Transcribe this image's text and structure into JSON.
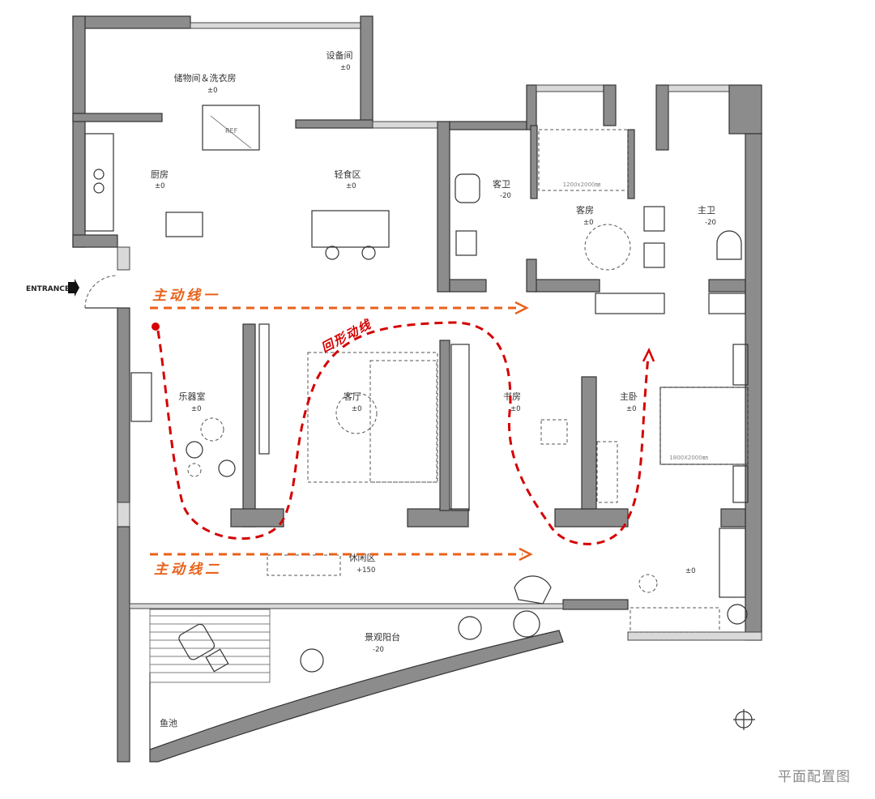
{
  "title": "平面配置图",
  "entrance_label": "ENTRANCE",
  "routes": {
    "main_1": "主动线一",
    "main_2": "主动线二",
    "loop": "回形动线"
  },
  "rooms": [
    {
      "name": "储物间＆洗衣房",
      "elev": "±0"
    },
    {
      "name": "设备间",
      "elev": "±0"
    },
    {
      "name": "厨房",
      "elev": "±0"
    },
    {
      "name": "轻食区",
      "elev": "±0"
    },
    {
      "name": "客卫",
      "elev": "-20"
    },
    {
      "name": "客房",
      "elev": "±0"
    },
    {
      "name": "主卫",
      "elev": "-20"
    },
    {
      "name": "乐器室",
      "elev": "±0"
    },
    {
      "name": "客厅",
      "elev": "±0"
    },
    {
      "name": "书房",
      "elev": "±0"
    },
    {
      "name": "主卧",
      "elev": "±0"
    },
    {
      "name": "休闲区",
      "elev": "+150"
    },
    {
      "name": "景观阳台",
      "elev": "-20"
    },
    {
      "name": "鱼池",
      "elev": null
    }
  ],
  "extra_elev": "±0",
  "annotations": {
    "ref": "REF",
    "guest_bed": "1200x2000㎜",
    "master_bed": "1800X2000㎜"
  },
  "colors": {
    "route_main": "#e8611a",
    "route_loop": "#d40000",
    "wall": "#8c8c8c"
  }
}
